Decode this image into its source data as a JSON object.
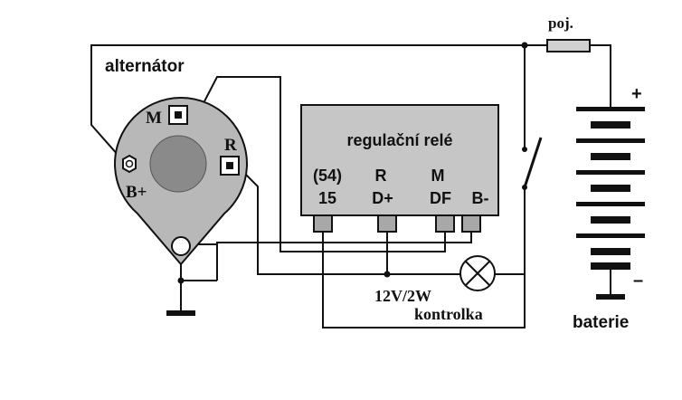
{
  "alternator": {
    "label": "alternátor",
    "terminal_m": "M",
    "terminal_r": "R",
    "terminal_bplus": "B+"
  },
  "relay": {
    "title": "regulační relé",
    "terminals": [
      {
        "top": "(54)",
        "bottom": "15"
      },
      {
        "top": "R",
        "bottom": "D+"
      },
      {
        "top": "M",
        "bottom": "DF"
      },
      {
        "top": "",
        "bottom": "B-"
      }
    ]
  },
  "fuse": {
    "label": "poj."
  },
  "lamp": {
    "rating": "12V/2W",
    "label": "kontrolka"
  },
  "battery": {
    "label": "baterie",
    "plus": "+",
    "minus": "–"
  },
  "colors": {
    "housing": "#b8b8b8",
    "relay_box": "#c6c6c6",
    "rotor": "#8a8a8a",
    "fuse": "#d0d0d0"
  }
}
